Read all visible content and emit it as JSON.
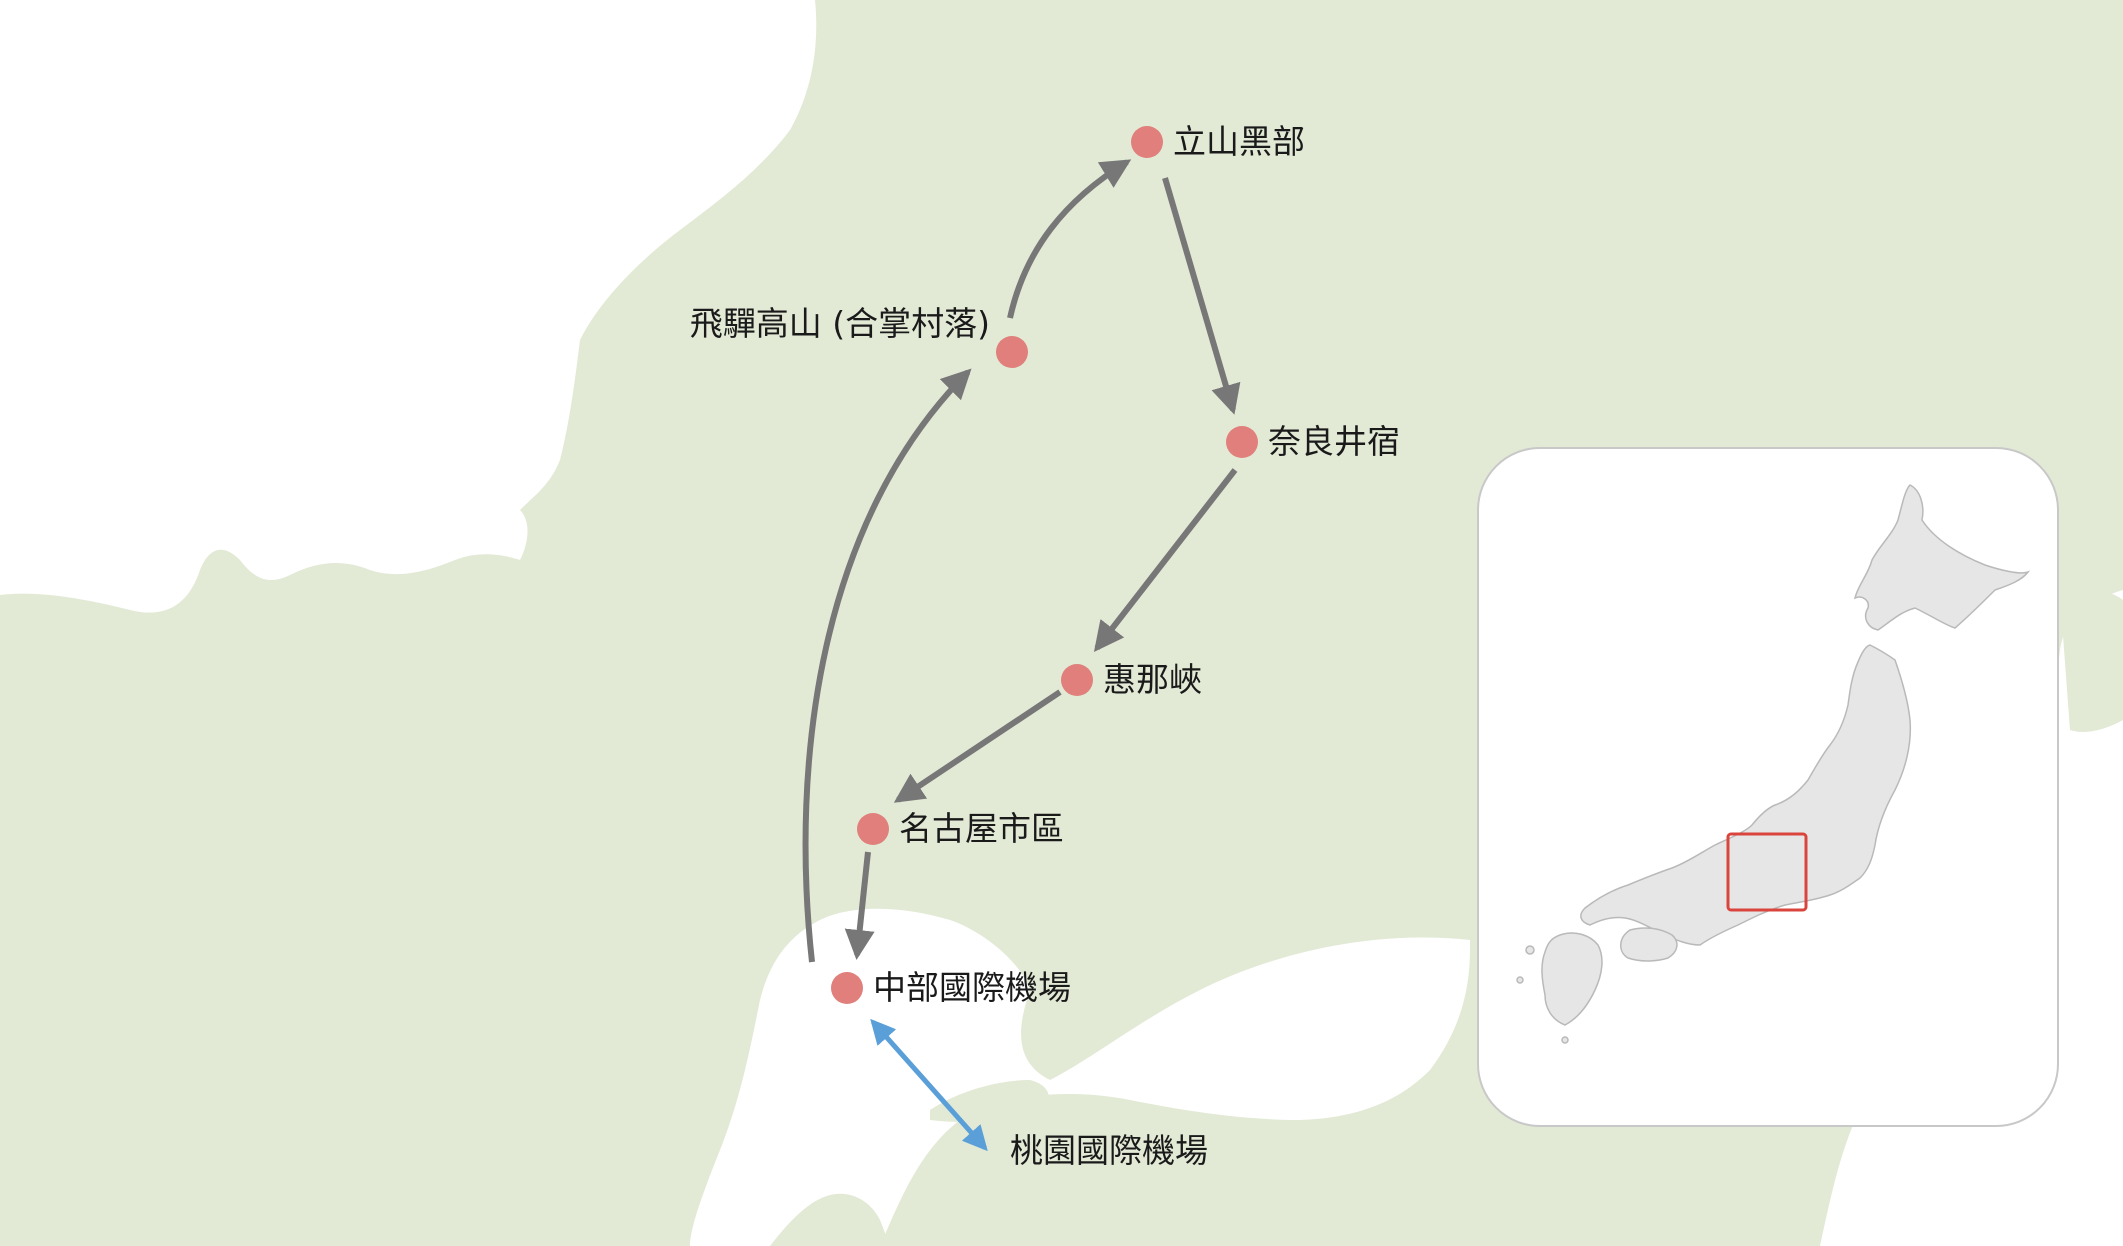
{
  "map": {
    "colors": {
      "land": "#e2ead6",
      "sea": "#ffffff",
      "stop_marker": "#e07f7b",
      "route_arrow": "#777777",
      "flight_arrow": "#5a9fd8",
      "inset_land": "#e6e6e6",
      "inset_border": "#c8c8c8",
      "inset_highlight": "#d9453d"
    },
    "stops": [
      {
        "id": "tateyama-kurobe",
        "label": "立山黑部"
      },
      {
        "id": "hida-takayama",
        "label": "飛驒高山 (合掌村落)"
      },
      {
        "id": "narai-juku",
        "label": "奈良井宿"
      },
      {
        "id": "enakyo",
        "label": "惠那峽"
      },
      {
        "id": "nagoya",
        "label": "名古屋市區"
      },
      {
        "id": "chubu-airport",
        "label": "中部國際機場"
      }
    ],
    "external_airport": {
      "label": "桃園國際機場"
    },
    "route_order": [
      "chubu-airport",
      "hida-takayama",
      "tateyama-kurobe",
      "narai-juku",
      "enakyo",
      "nagoya",
      "chubu-airport"
    ],
    "flight_link": {
      "from": "chubu-airport",
      "to": "桃園國際機場",
      "direction": "both"
    },
    "inset": {
      "icon": "japan-overview-map",
      "highlight": "central-honshu-region"
    }
  }
}
